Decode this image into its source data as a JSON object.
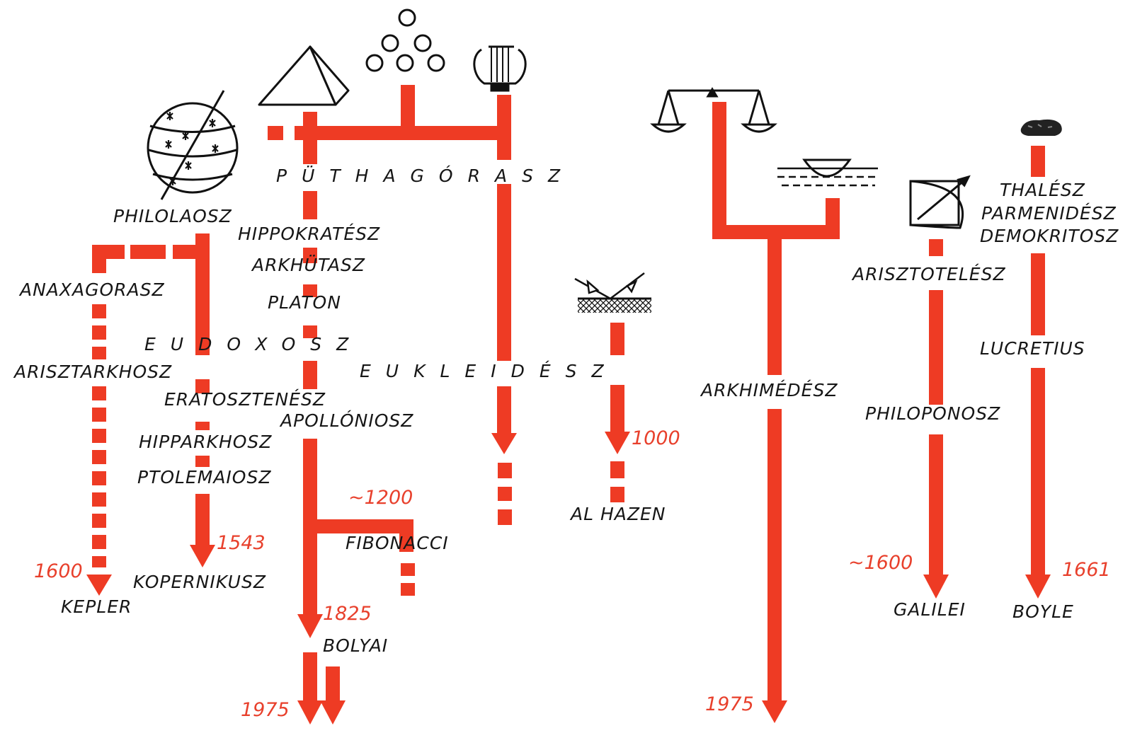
{
  "colors": {
    "accent": "#ee3b24",
    "ink": "#161616",
    "year": "#e8402c"
  },
  "icons": [
    "celestial-sphere-icon",
    "pyramid-icon",
    "tetractys-dots-icon",
    "lyre-icon",
    "balance-scale-icon",
    "floating-bowl-icon",
    "light-reflection-icon",
    "bow-and-arrow-icon",
    "stone-icon"
  ],
  "names": {
    "puthagorasz": "PÜTHAGÓRASZ",
    "philolaosz": "PHILOLAOSZ",
    "hippokratesz": "HIPPOKRATÉSZ",
    "arkhutasz": "ARKHÜTASZ",
    "platon": "PLATON",
    "anaxagorasz": "ANAXAGORASZ",
    "eudoxosz": "EUDOXOSZ",
    "arisztarkhosz": "ARISZTARKHOSZ",
    "eratosztenesz": "ERATOSZTENÉSZ",
    "apolloniosz": "APOLLÓNIOSZ",
    "hipparkhosz": "HIPPARKHOSZ",
    "ptolemaiosz": "PTOLEMAIOSZ",
    "kopernikusz": "KOPERNIKUSZ",
    "kepler": "KEPLER",
    "fibonacci": "FIBONACCI",
    "bolyai": "BOLYAI",
    "eukleidesz": "EUKLEIDÉSZ",
    "al_hazen": "AL HAZEN",
    "arkhimedesz": "ARKHIMÉDÉSZ",
    "arisztotelesz": "ARISZTOTELÉSZ",
    "philoponosz": "PHILOPONOSZ",
    "galilei": "GALILEI",
    "thalesz": "THALÉSZ",
    "parmenidesz": "PARMENIDÉSZ",
    "demokritosz": "DEMOKRITOSZ",
    "lucretius": "LUCRETIUS",
    "boyle": "BOYLE"
  },
  "years": {
    "y1600_kepler": "1600",
    "y1543": "1543",
    "y1200": "~1200",
    "y1825": "1825",
    "y1975_left": "1975",
    "y1000": "1000",
    "y1975_right": "1975",
    "y1600_galilei": "~1600",
    "y1661": "1661"
  }
}
